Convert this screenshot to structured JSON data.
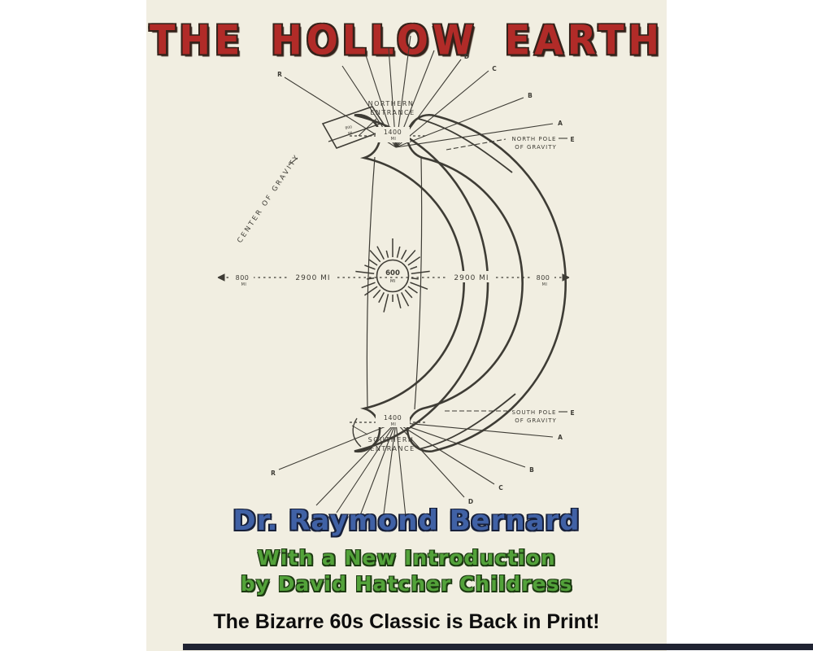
{
  "cover": {
    "title": "THE HOLLOW EARTH",
    "author": "Dr. Raymond Bernard",
    "intro_line1": "With a New Introduction",
    "intro_line2": "by David Hatcher Childress",
    "tagline": "The Bizarre 60s Classic is Back in Print!"
  },
  "colors": {
    "cover_bg": "#f1eee1",
    "title_red": "#b12b28",
    "author_blue": "#4061a5",
    "intro_green": "#53a23a",
    "tagline_black": "#0e0e0e",
    "diagram_ink": "#3e3c35",
    "bottom_bar": "#202332"
  },
  "diagram": {
    "northern_entrance": [
      "NORTHERN",
      "ENTRANCE"
    ],
    "southern_entrance": [
      "SOUTHERN",
      "ENTRANCE"
    ],
    "north_pole": [
      "NORTH POLE",
      "OF GRAVITY"
    ],
    "south_pole": [
      "SOUTH POLE",
      "OF GRAVITY"
    ],
    "center_of_gravity": "CENTER OF GRAVITY",
    "opening_width": "1400",
    "mi": "MI",
    "crust_thickness": "800",
    "inner_radius": "2900 MI",
    "sun_diameter": "600",
    "letters": {
      "r": "R",
      "d": "D",
      "c": "C",
      "b": "B",
      "a": "A",
      "e": "E"
    }
  }
}
